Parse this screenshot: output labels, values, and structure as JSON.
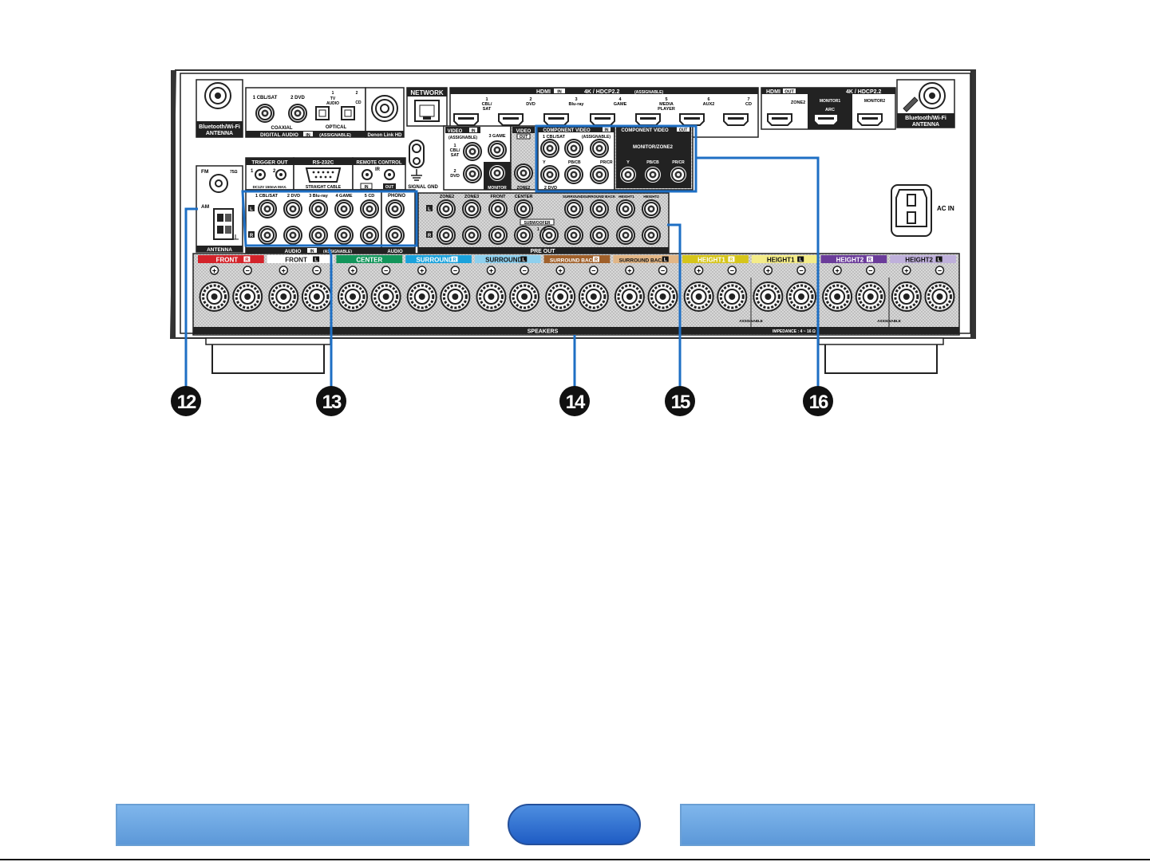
{
  "panel": {
    "bt_left": [
      "Bluetooth/Wi-Fi",
      "ANTENNA"
    ],
    "bt_right": [
      "Bluetooth/Wi-Fi",
      "ANTENNA"
    ],
    "digital_audio": {
      "labels": [
        "1 CBL/SAT",
        "2 DVD",
        "1",
        "TV",
        "AUDIO",
        "2",
        "CD"
      ],
      "coaxial": "COAXIAL",
      "optical": "OPTICAL",
      "footer": "DIGITAL AUDIO",
      "in": "IN",
      "assignable": "(ASSIGNABLE)"
    },
    "denon_link": "Denon Link HD",
    "network": "NETWORK",
    "hdmi_in": {
      "hdmi": "HDMI",
      "in": "IN",
      "spec": "4K / HDCP2.2",
      "assignable": "(ASSIGNABLE)",
      "ports": [
        [
          "1",
          "CBL/",
          "SAT"
        ],
        [
          "2",
          "DVD",
          ""
        ],
        [
          "3",
          "Blu-ray",
          ""
        ],
        [
          "4",
          "GAME",
          ""
        ],
        [
          "5",
          "MEDIA",
          "PLAYER"
        ],
        [
          "6",
          "AUX2",
          ""
        ],
        [
          "7",
          "CD",
          ""
        ]
      ]
    },
    "hdmi_out": {
      "hdmi": "HDMI",
      "out": "OUT",
      "spec": "4K / HDCP2.2",
      "ports": [
        [
          "ZONE2",
          ""
        ],
        [
          "MONITOR1",
          "ARC"
        ],
        [
          "MONITOR2",
          ""
        ]
      ]
    },
    "video_in": {
      "title": "VIDEO",
      "in": "IN",
      "assignable": "(ASSIGNABLE)",
      "labels": [
        "1",
        "CBL/",
        "SAT",
        "3 GAME",
        "2",
        "DVD",
        "MONITOR"
      ]
    },
    "video_out": {
      "title": "VIDEO",
      "out": "OUT",
      "zone2": "ZONE2"
    },
    "signal_gnd": "SIGNAL GND",
    "component_in": {
      "title": "COMPONENT VIDEO",
      "in": "IN",
      "assignable": "(ASSIGNABLE)",
      "labels": [
        "1 CBL/SAT",
        "Y",
        "PB/CB",
        "PR/CR",
        "2 DVD"
      ]
    },
    "component_out": {
      "title": "COMPONENT VIDEO",
      "out": "OUT",
      "sub": "MONITOR/ZONE2",
      "labels": [
        "Y",
        "PB/CB",
        "PR/CR"
      ]
    },
    "ac_in": "AC IN",
    "trigger_out": {
      "title": "TRIGGER OUT",
      "labels": [
        "1",
        "2"
      ],
      "spec": "DC12V 150mA MAX."
    },
    "rs232c": {
      "title": "RS-232C",
      "cable": "STRAIGHT CABLE"
    },
    "remote_control": {
      "title": "REMOTE CONTROL",
      "ir": "IR",
      "in": "IN",
      "out": "OUT"
    },
    "antenna": {
      "fm": "FM",
      "ohm": "75Ω",
      "am": "AM",
      "title": "ANTENNA"
    },
    "audio_in": {
      "labels": [
        "1 CBL/SAT",
        "2 DVD",
        "3 Blu-ray",
        "4 GAME",
        "5 CD"
      ],
      "footer": "AUDIO",
      "in": "IN",
      "assignable": "(ASSIGNABLE)"
    },
    "phono": {
      "title": "PHONO",
      "footer": "AUDIO"
    },
    "lr": {
      "l": "L",
      "r": "R"
    },
    "pre_out": {
      "labels": [
        "ZONE2",
        "ZONE3",
        "FRONT",
        "CENTER",
        "SURROUND",
        "SURROUND BACK",
        "HEIGHT1",
        "HEIGHT2"
      ],
      "subwoofer": "SUBWOOFER",
      "sub_nums": [
        "1",
        "2"
      ],
      "title": "PRE OUT"
    },
    "speakers": {
      "channels": [
        {
          "label": "FRONT",
          "side": "R",
          "color": "#d3232a"
        },
        {
          "label": "FRONT",
          "side": "L",
          "color": "#ffffff"
        },
        {
          "label": "CENTER",
          "side": "",
          "color": "#12955a"
        },
        {
          "label": "SURROUND",
          "side": "R",
          "color": "#1aa2dc"
        },
        {
          "label": "SURROUND",
          "side": "L",
          "color": "#8ed0ee"
        },
        {
          "label": "SURROUND BACK",
          "side": "R",
          "color": "#a0602a"
        },
        {
          "label": "SURROUND BACK",
          "side": "L",
          "color": "#e2b686"
        },
        {
          "label": "HEIGHT1",
          "side": "R",
          "color": "#d6c51a"
        },
        {
          "label": "HEIGHT1",
          "side": "L",
          "color": "#f4ec88"
        },
        {
          "label": "HEIGHT2",
          "side": "R",
          "color": "#6b3c9a"
        },
        {
          "label": "HEIGHT2",
          "side": "L",
          "color": "#bfb0db"
        }
      ],
      "title": "SPEAKERS",
      "assignable": "ASSIGNABLE",
      "impedance": "IMPEDANCE : 4 ~ 16 Ω",
      "plus": "+",
      "minus": "−"
    }
  },
  "callouts": [
    {
      "number": "12"
    },
    {
      "number": "13"
    },
    {
      "number": "14"
    },
    {
      "number": "15"
    },
    {
      "number": "16"
    }
  ],
  "colors": {
    "callout_line": "#1e6fc4",
    "nav_button": "#6aa7e4",
    "nav_center": "#2a6bd0"
  },
  "nav": {
    "left": "",
    "center": "",
    "right": ""
  }
}
